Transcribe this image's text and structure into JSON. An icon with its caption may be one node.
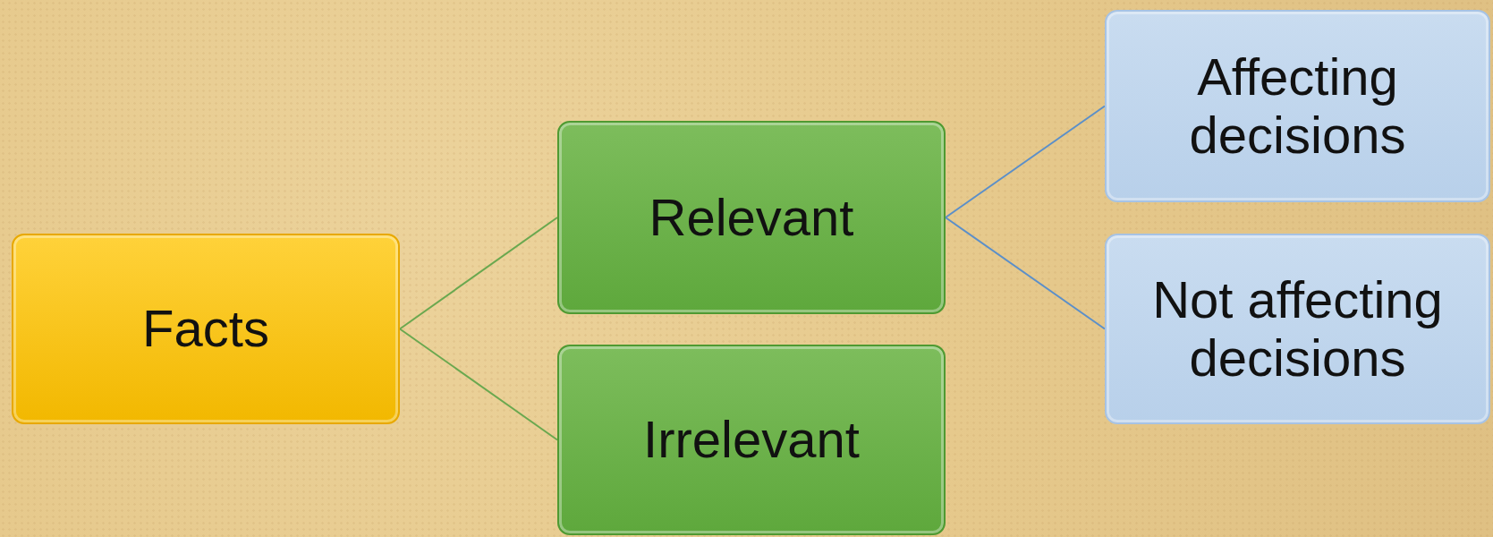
{
  "diagram": {
    "nodes": [
      {
        "text": [
          "Facts"
        ]
      },
      {
        "text": [
          "Relevant"
        ]
      },
      {
        "text": [
          "Irrelevant"
        ]
      },
      {
        "text": [
          "Affecting decisions"
        ]
      },
      {
        "text": [
          "Not affecting decisions"
        ]
      }
    ],
    "edges": [
      {
        "from": 0,
        "to": 1,
        "arrow": "none",
        "color": "#6aa84f"
      },
      {
        "from": 0,
        "to": 2,
        "arrow": "none",
        "color": "#6aa84f"
      },
      {
        "from": 1,
        "to": 3,
        "arrow": "none",
        "color": "#5b8fc9"
      },
      {
        "from": 1,
        "to": 4,
        "arrow": "none",
        "color": "#5b8fc9"
      }
    ]
  }
}
